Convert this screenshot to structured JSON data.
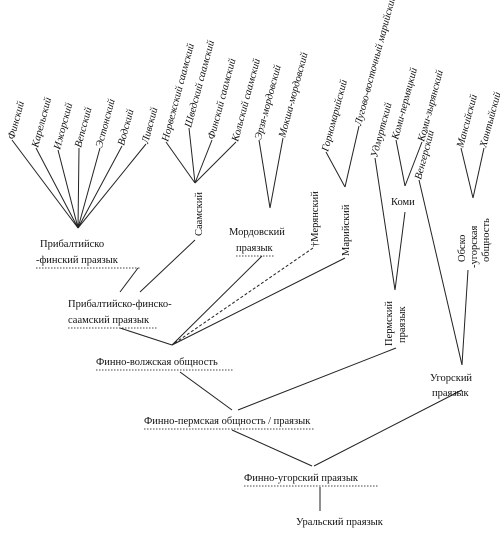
{
  "leaves": {
    "finnish": "Финский",
    "karelian": "Карельский",
    "izhorian": "Ижорский",
    "veps": "Вепсский",
    "estonian": "Эстонский",
    "votic": "Водский",
    "livonian": "Ливский",
    "sami_norwegian": "Норвежский саамский",
    "sami_swedish": "Шведский саамский",
    "sami_finnish": "Финский саамский",
    "sami_kola": "Кольский саамский",
    "erzya": "Эрзя-мордовский",
    "moksha": "Мокша-мордовский",
    "mari_hill": "Горномарийский",
    "mari_meadow": "Лугово-восточный марийский",
    "udmurt": "Удмуртский",
    "komi_permyak": "Коми-пермяцкий",
    "komi_zyryan": "Коми-зырянский",
    "hungarian": "Венгерский",
    "mansi": "Мансийский",
    "khanty": "Хантыйский"
  },
  "nodes": {
    "baltic_finnic_l1": "Прибалтийско",
    "baltic_finnic_l2": "-финский праязык",
    "sami": "Саамский",
    "mordvin_l1": "Мордовский",
    "mordvin_l2": "праязык",
    "merya": "†Мерянский",
    "mari": "Марийский",
    "komi": "Коми",
    "ob_ugric_l1": "Обско",
    "ob_ugric_l2": "-угорская",
    "ob_ugric_l3": "общность",
    "bfs_l1": "Прибалтийско-финско-",
    "bfs_l2": "саамский праязык",
    "permic_l1": "Пермский",
    "permic_l2": "праязык",
    "finno_volgaic": "Финно-волжская общность",
    "ugric_l1": "Угорский",
    "ugric_l2": "праязык",
    "finno_permic": "Финно-пермская общность / праязык",
    "finno_ugric": "Финно-угорский праязык",
    "uralic": "Уральский праязык"
  },
  "colors": {
    "line": "#222222",
    "text": "#111111",
    "background": "#ffffff"
  }
}
